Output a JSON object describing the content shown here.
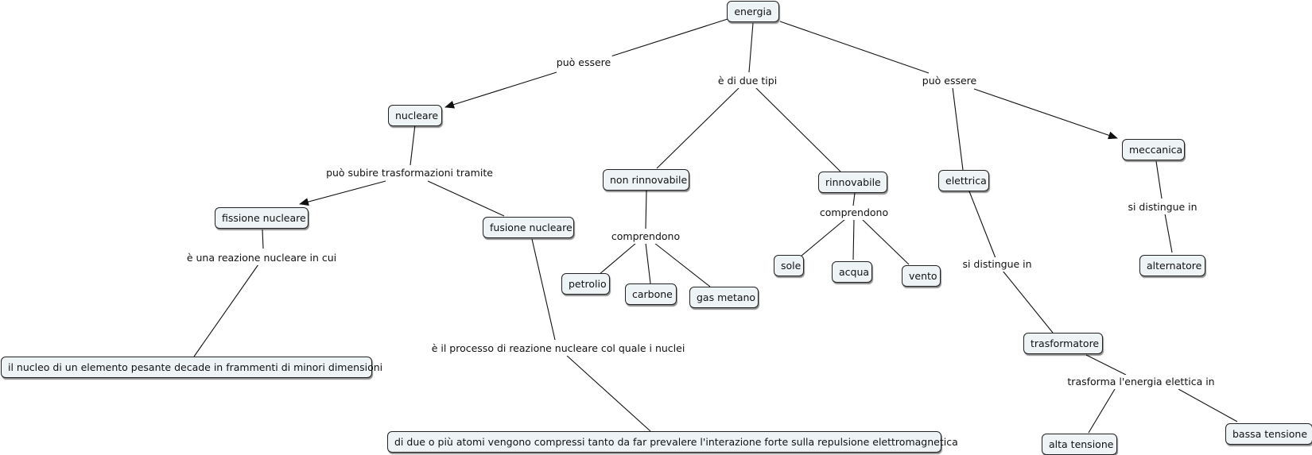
{
  "nodes": {
    "energia": "energia",
    "nucleare": "nucleare",
    "fissione": "fissione nucleare",
    "fusione": "fusione nucleare",
    "fissione_def": "il nucleo di un elemento pesante decade in frammenti di minori dimensioni",
    "fusione_def": "di due o più atomi vengono compressi tanto da far prevalere l'interazione forte sulla repulsione elettromagnetica",
    "non_rinnovabile": "non rinnovabile",
    "rinnovabile": "rinnovabile",
    "petrolio": "petrolio",
    "carbone": "carbone",
    "gas_metano": "gas metano",
    "sole": "sole",
    "acqua": "acqua",
    "vento": "vento",
    "elettrica": "elettrica",
    "meccanica": "meccanica",
    "alternatore": "alternatore",
    "trasformatore": "trasformatore",
    "alta_tensione": "alta tensione",
    "bassa_tensione": "bassa tensione"
  },
  "links": {
    "puo_essere_left": "può essere",
    "due_tipi": "è di due tipi",
    "puo_essere_right": "può essere",
    "trasformazioni": "può subire trasformazioni tramite",
    "reazione_in_cui": "è una reazione nucleare in cui",
    "processo": "è il processo di reazione nucleare col quale i nuclei",
    "comprendono_non": "comprendono",
    "comprendono_rinn": "comprendono",
    "distingue_elettrica": "si distingue in",
    "distingue_meccanica": "si distingue in",
    "trasforma": "trasforma l'energia elettica in"
  }
}
